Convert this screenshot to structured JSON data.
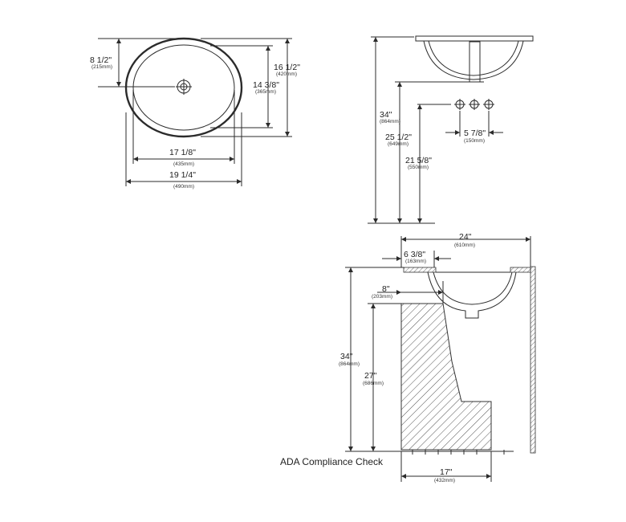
{
  "top_view": {
    "dims": [
      {
        "in": "8 1/2\"",
        "mm": "(215mm)"
      },
      {
        "in": "16 1/2\"",
        "mm": "(420mm)"
      },
      {
        "in": "14 3/8\"",
        "mm": "(365mm)"
      },
      {
        "in": "17 1/8\"",
        "mm": "(435mm)"
      },
      {
        "in": "19 1/4\"",
        "mm": "(490mm)"
      }
    ]
  },
  "side_view": {
    "dims": [
      {
        "in": "34\"",
        "mm": "(864mm)"
      },
      {
        "in": "25 1/2\"",
        "mm": "(649mm)"
      },
      {
        "in": "21 5/8\"",
        "mm": "(550mm)"
      },
      {
        "in": "5 7/8\"",
        "mm": "(150mm)"
      }
    ]
  },
  "ada_view": {
    "dims": [
      {
        "in": "24\"",
        "mm": "(610mm)"
      },
      {
        "in": "6 3/8\"",
        "mm": "(163mm)"
      },
      {
        "in": "8\"",
        "mm": "(203mm)"
      },
      {
        "in": "34\"",
        "mm": "(864mm)"
      },
      {
        "in": "27\"",
        "mm": "(686mm)"
      },
      {
        "in": "17\"",
        "mm": "(432mm)"
      }
    ],
    "caption": "ADA Compliance Check"
  }
}
